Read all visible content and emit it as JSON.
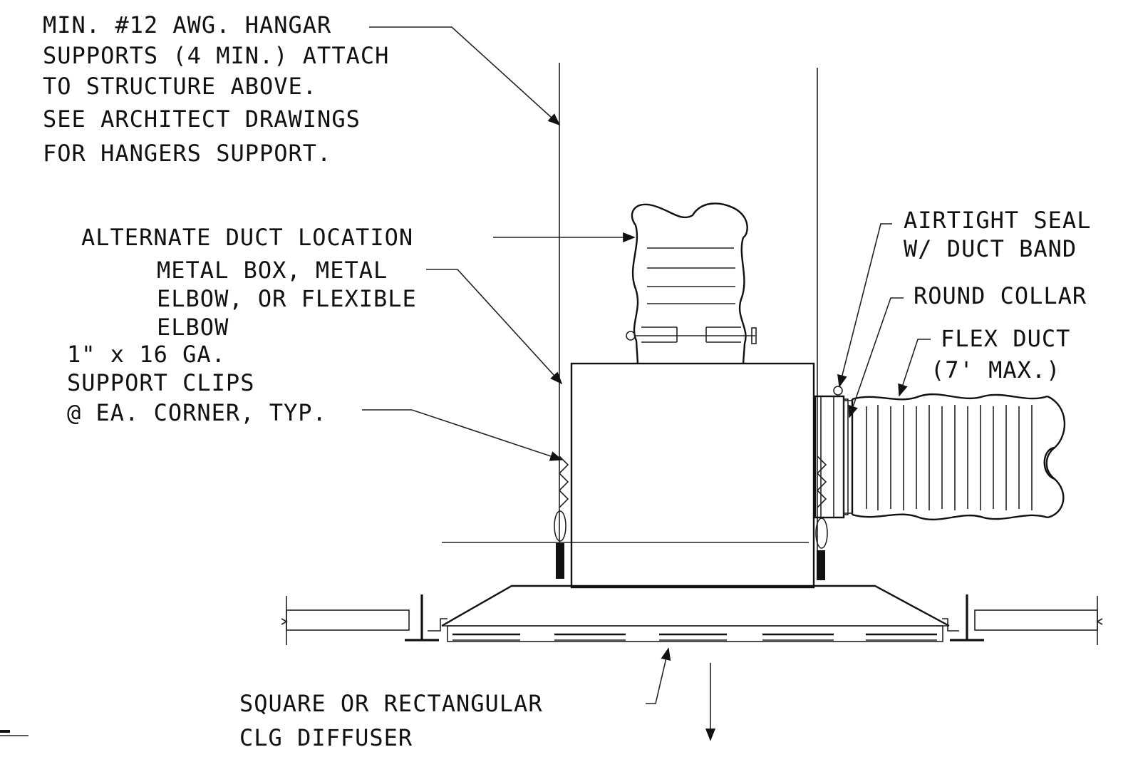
{
  "notes": {
    "hangar_supports": [
      "MIN. #12 AWG. HANGAR",
      "SUPPORTS (4 MIN.) ATTACH",
      "TO STRUCTURE ABOVE.",
      "SEE ARCHITECT DRAWINGS",
      "FOR HANGERS SUPPORT."
    ],
    "alternate_duct": "ALTERNATE DUCT LOCATION",
    "metal_box": [
      "METAL BOX, METAL",
      "ELBOW, OR FLEXIBLE",
      "ELBOW"
    ],
    "support_clips": [
      "1\" x 16 GA.",
      "SUPPORT CLIPS",
      "@ EA. CORNER, TYP."
    ],
    "airtight_seal": [
      "AIRTIGHT SEAL",
      "W/ DUCT BAND"
    ],
    "round_collar": "ROUND COLLAR",
    "flex_duct": [
      "FLEX DUCT",
      "(7' MAX.)"
    ],
    "diffuser": [
      "SQUARE OR RECTANGULAR",
      "CLG DIFFUSER"
    ]
  }
}
